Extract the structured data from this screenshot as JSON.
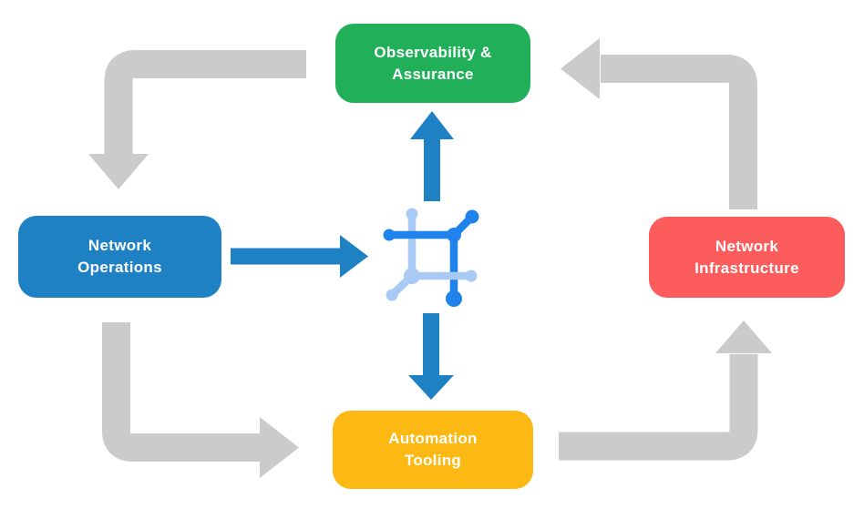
{
  "diagram": {
    "type": "cycle-flow-diagram",
    "background": "#FFFFFF",
    "text_color": "#FFFFFF",
    "colors": {
      "cycle_arrow": "#CBCBCB",
      "flow_arrow": "#1E81C4"
    },
    "nodes": [
      {
        "id": "observability-assurance",
        "lines": [
          "Observability &",
          "Assurance"
        ],
        "color": "#21AF5A",
        "position": "top"
      },
      {
        "id": "network-operations",
        "lines": [
          "Network",
          "Operations"
        ],
        "color": "#1E81C4",
        "position": "left"
      },
      {
        "id": "network-infrastructure",
        "lines": [
          "Network",
          "Infrastructure"
        ],
        "color": "#FD5C5C",
        "position": "right"
      },
      {
        "id": "automation-tooling",
        "lines": [
          "Automation",
          "Tooling"
        ],
        "color": "#FCB914",
        "position": "bottom"
      }
    ],
    "center_icon": {
      "name": "network-fabric-icon",
      "colors": {
        "primary": "#2083EC",
        "light": "#A9CAF5"
      }
    },
    "edges": [
      {
        "from": "observability-assurance",
        "to": "network-operations",
        "style": "gray-cycle"
      },
      {
        "from": "network-operations",
        "to": "automation-tooling",
        "style": "gray-cycle"
      },
      {
        "from": "automation-tooling",
        "to": "network-infrastructure",
        "style": "gray-cycle"
      },
      {
        "from": "network-infrastructure",
        "to": "observability-assurance",
        "style": "gray-cycle"
      },
      {
        "from": "network-operations",
        "to": "center-icon",
        "style": "blue-flow"
      },
      {
        "from": "center-icon",
        "to": "observability-assurance",
        "style": "blue-flow"
      },
      {
        "from": "center-icon",
        "to": "automation-tooling",
        "style": "blue-flow"
      }
    ]
  }
}
